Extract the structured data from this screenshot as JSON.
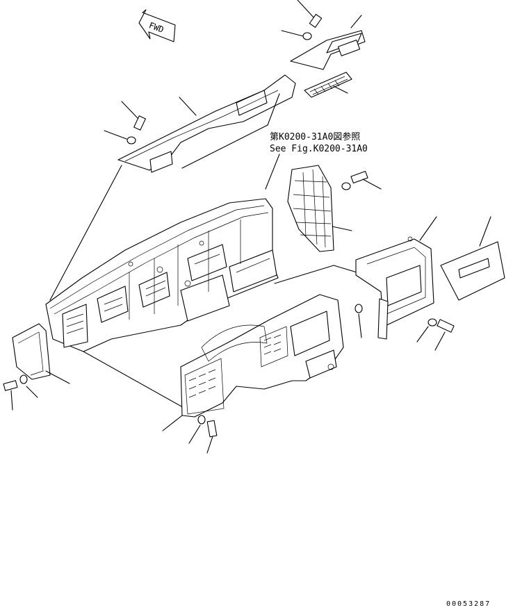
{
  "diagram": {
    "direction_marker": "FWD",
    "reference_note_jp": "第K0200-31A0図参照",
    "reference_note_en": "See Fig.K0200-31A0",
    "document_number": "00053287"
  }
}
